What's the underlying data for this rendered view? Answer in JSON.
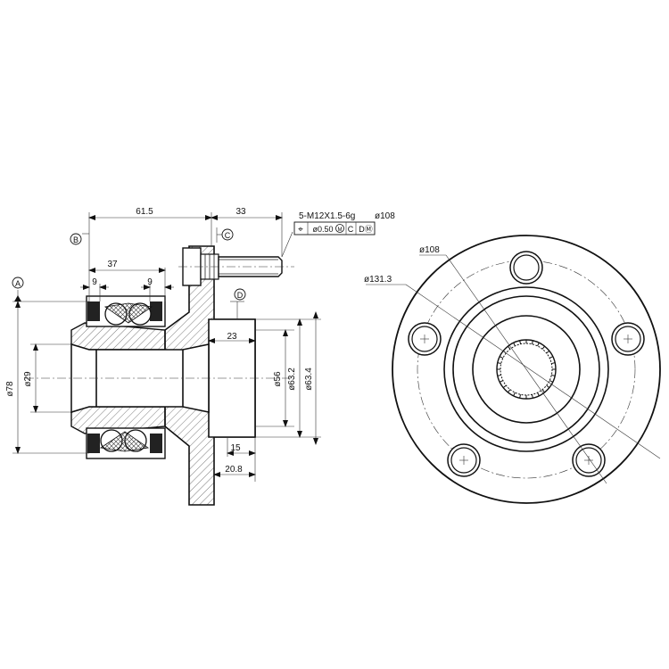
{
  "dimensions": {
    "d615": "61.5",
    "d33": "33",
    "d37": "37",
    "d9a": "9",
    "d9b": "9",
    "d23": "23",
    "d15": "15",
    "d208": "20.8",
    "phi78": "ø78",
    "phi29": "ø29",
    "phi56": "ø56",
    "phi632": "ø63.2",
    "phi634": "ø63.4",
    "phi108": "ø108",
    "phi1313": "ø131.3"
  },
  "callout": {
    "thread": "5-M12X1.5-6g",
    "thread_pcd": "ø108",
    "tol_symbol": "⌖",
    "tol_value": "ø0.50",
    "modifier_m": "M",
    "datum_c": "C",
    "datum_dm": "DⓂ"
  },
  "datums": {
    "a": "A",
    "b": "B",
    "c": "C",
    "d": "D"
  }
}
